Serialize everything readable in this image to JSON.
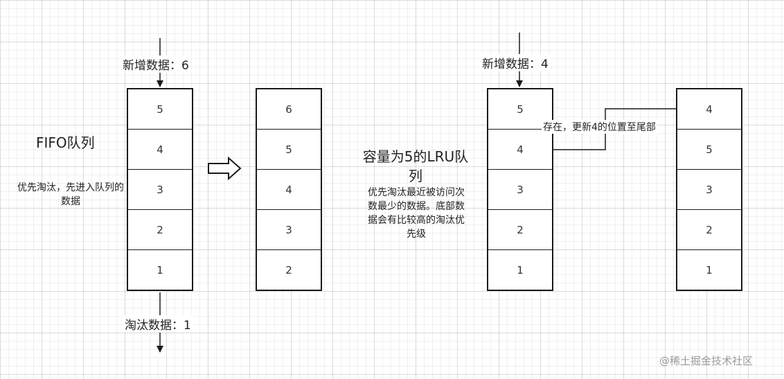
{
  "fifo": {
    "title": "FIFO队列",
    "description": "优先淘汰，先进入队列的数据",
    "new_data_label": "新增数据：6",
    "evict_label": "淘汰数据：1",
    "before_stack": [
      "5",
      "4",
      "3",
      "2",
      "1"
    ],
    "after_stack": [
      "6",
      "5",
      "4",
      "3",
      "2"
    ]
  },
  "lru": {
    "title": "容量为5的LRU队列",
    "description": "优先淘汰最近被访问次数最少的数据。底部数据会有比较高的淘汰优先级",
    "new_data_label": "新增数据：4",
    "update_note": "存在，更新4的位置至尾部",
    "before_stack": [
      "5",
      "4",
      "3",
      "2",
      "1"
    ],
    "after_stack": [
      "4",
      "5",
      "3",
      "2",
      "1"
    ]
  },
  "watermark": "@稀土掘金技术社区",
  "colors": {
    "stroke": "#1a1a1a",
    "grid": "#e6e6e6",
    "watermark": "#9a9a9a"
  }
}
